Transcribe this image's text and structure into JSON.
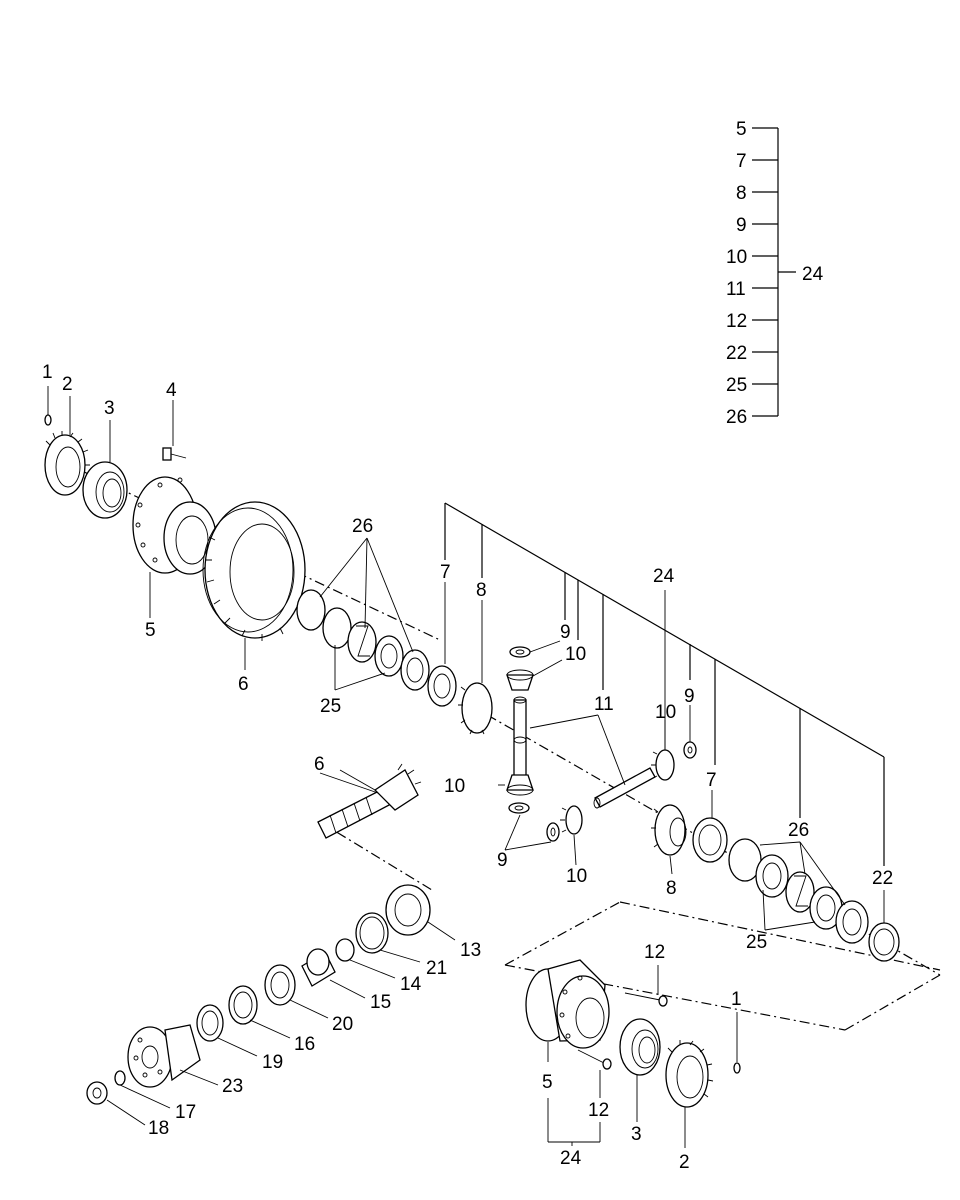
{
  "legend": {
    "group_label": "24",
    "members": [
      "5",
      "7",
      "8",
      "9",
      "10",
      "11",
      "12",
      "22",
      "25",
      "26"
    ]
  },
  "callouts": {
    "c1a": "1",
    "c2a": "2",
    "c3a": "3",
    "c4": "4",
    "c5a": "5",
    "c6a": "6",
    "c26a": "26",
    "c25a": "25",
    "c7a": "7",
    "c8a": "8",
    "c9a": "9",
    "c10a": "10",
    "c11": "11",
    "c24a": "24",
    "c10b": "10",
    "c9b": "9",
    "c7b": "7",
    "c6b": "6",
    "c10c": "10",
    "c9c": "9",
    "c10d": "10",
    "c8b": "8",
    "c26b": "26",
    "c22": "22",
    "c25b": "25",
    "c13": "13",
    "c21": "21",
    "c14": "14",
    "c15": "15",
    "c20": "20",
    "c16": "16",
    "c19": "19",
    "c23": "23",
    "c17": "17",
    "c18": "18",
    "c12a": "12",
    "c1b": "1",
    "c5b": "5",
    "c12b": "12",
    "c3b": "3",
    "c2b": "2",
    "c24b": "24"
  }
}
